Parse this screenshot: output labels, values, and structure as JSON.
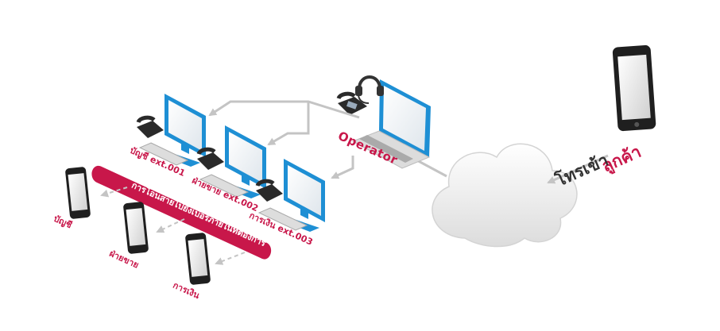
{
  "labels": {
    "customer": "ลูกค้า",
    "call_in": "โทรเข้า",
    "operator": "Operator",
    "transfer_band": "การโอนสายไปยังเบอร์ภายในที่ต้องการ",
    "ext_accounting": "บัญชี ext.001",
    "ext_sales": "ฝ่ายขาย ext.002",
    "ext_finance": "การเงิน ext.003",
    "mobile_accounting": "บัญชี",
    "mobile_sales": "ฝ่ายขาย",
    "mobile_finance": "การเงิน"
  },
  "colors": {
    "accent": "#c8174a",
    "monitor_blue": "#1e8fd4",
    "arrow_gray": "#c4c4c4",
    "phone_dark": "#222222"
  },
  "icons": [
    "smartphone-icon",
    "cloud-icon",
    "laptop-icon",
    "headset-icon",
    "desk-phone-icon",
    "monitor-icon",
    "keyboard-icon"
  ]
}
